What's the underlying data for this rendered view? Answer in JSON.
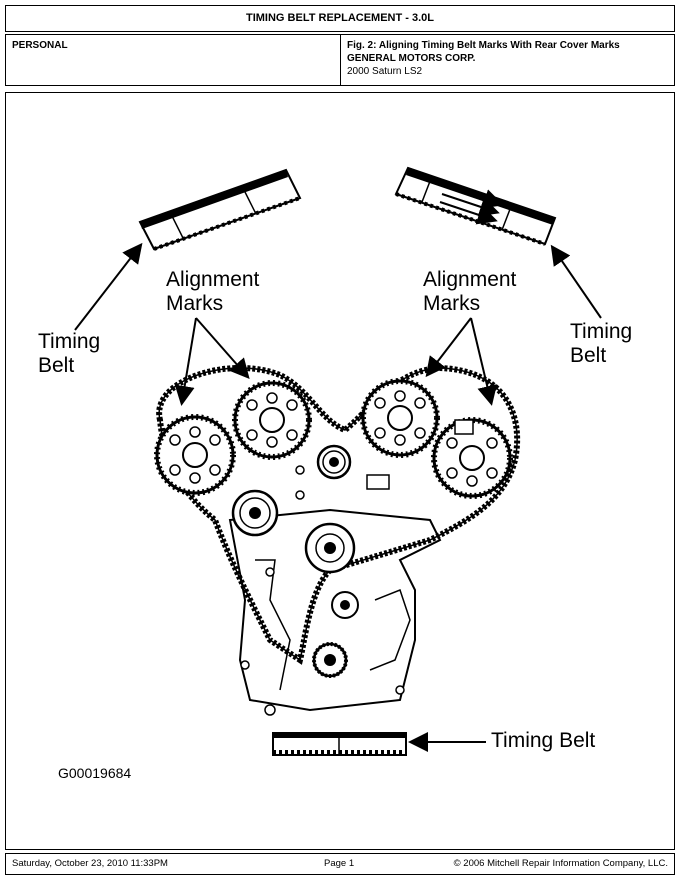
{
  "header": {
    "title": "TIMING BELT REPLACEMENT - 3.0L"
  },
  "info": {
    "left_label": "PERSONAL",
    "fig_caption": "Fig. 2: Aligning Timing Belt Marks With Rear Cover Marks",
    "manufacturer": "GENERAL MOTORS CORP.",
    "vehicle": "2000 Saturn LS2"
  },
  "figure": {
    "callouts": {
      "align_left_1": "Alignment",
      "align_left_2": "Marks",
      "align_right_1": "Alignment",
      "align_right_2": "Marks",
      "belt_left_1": "Timing",
      "belt_left_2": "Belt",
      "belt_right_1": "Timing",
      "belt_right_2": "Belt",
      "belt_bottom": "Timing Belt"
    },
    "figure_id": "G00019684"
  },
  "footer": {
    "date": "Saturday, October 23, 2010  11:33PM",
    "page": "Page 1",
    "copyright": "© 2006 Mitchell Repair Information Company, LLC."
  }
}
